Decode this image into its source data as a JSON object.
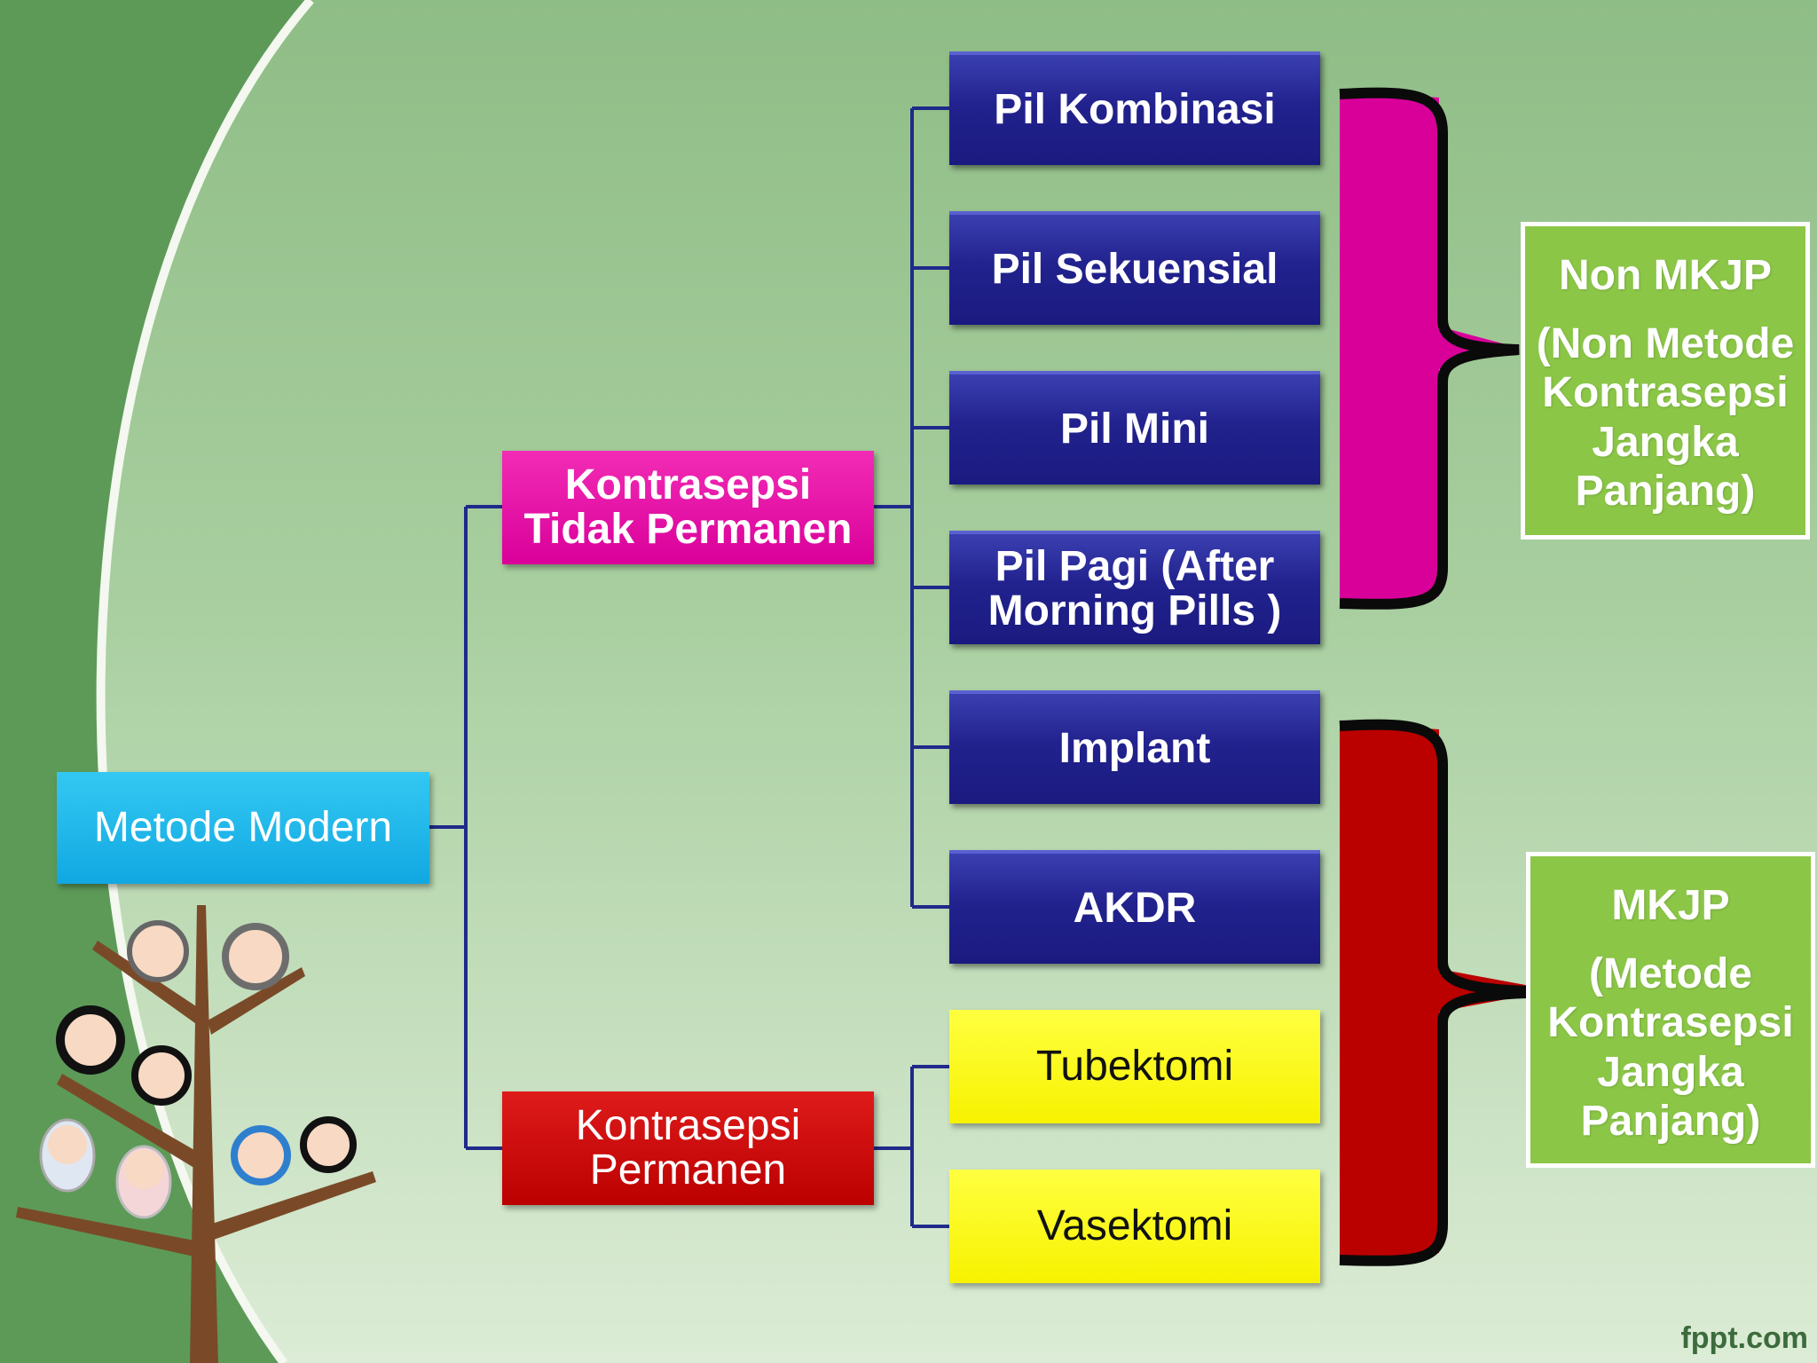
{
  "diagram": {
    "root": "Metode Modern",
    "branches": {
      "temporary": {
        "lines": [
          "Kontrasepsi",
          "Tidak Permanen"
        ]
      },
      "permanent": {
        "lines": [
          "Kontrasepsi",
          "Permanen"
        ]
      }
    },
    "methods": {
      "pil_kombinasi": "Pil Kombinasi",
      "pil_sekuensial": "Pil Sekuensial",
      "pil_mini": "Pil Mini",
      "pil_pagi": [
        "Pil Pagi (After",
        "Morning Pills )"
      ],
      "implant": "Implant",
      "akdr": "AKDR",
      "tubektomi": "Tubektomi",
      "vasektomi": "Vasektomi"
    },
    "groups": {
      "non_mkjp": {
        "title": "Non MKJP",
        "lines": [
          "(Non Metode",
          "Kontrasepsi",
          "Jangka",
          "Panjang)"
        ]
      },
      "mkjp": {
        "title": "MKJP",
        "lines": [
          "(Metode",
          "Kontrasepsi",
          "Jangka",
          "Panjang)"
        ]
      }
    }
  },
  "watermark": "fppt.com",
  "colors": {
    "navy": "#22228e",
    "magenta": "#d9009a",
    "red": "#bb0000",
    "yellow": "#f7f200",
    "cyan": "#11a8e2",
    "green_label": "#8bc647",
    "connector": "#1f2a8a"
  },
  "icons": [
    "family-tree-icon"
  ]
}
